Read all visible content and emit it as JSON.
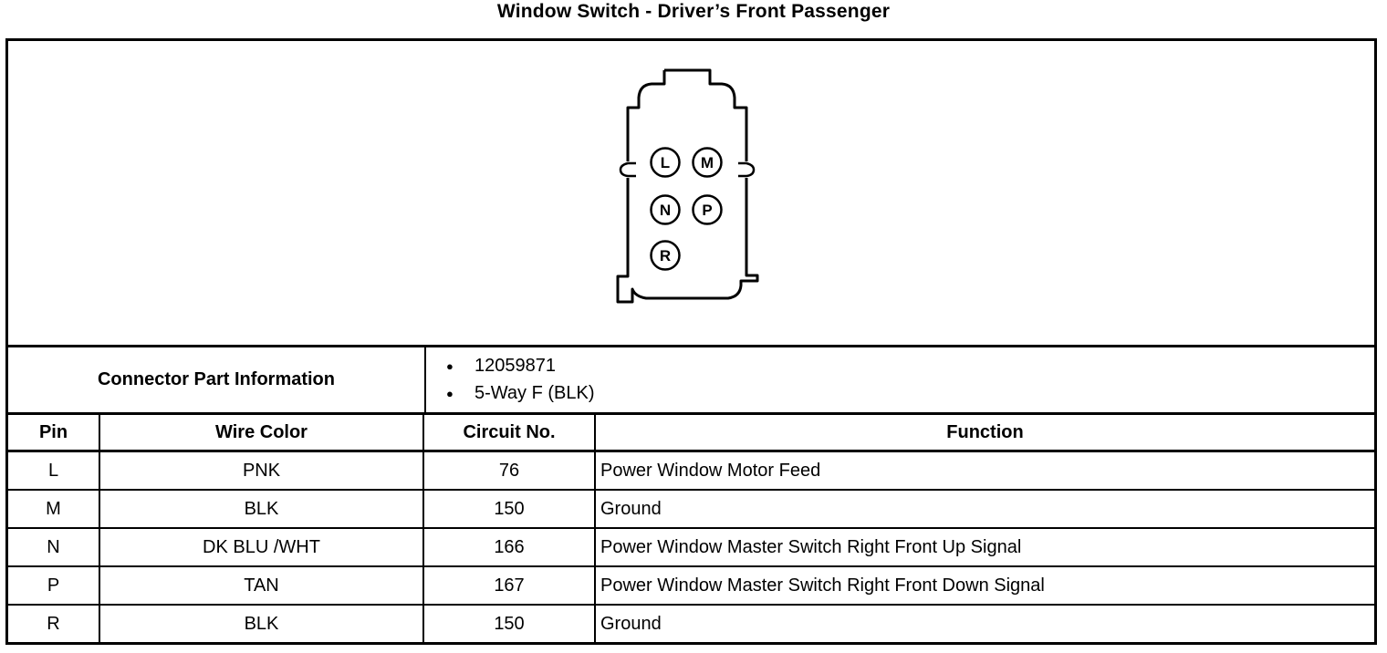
{
  "title": "Window Switch - Driver’s Front Passenger",
  "connector": {
    "part_info_label": "Connector Part Information",
    "part_numbers": [
      "12059871",
      "5-Way F (BLK)"
    ],
    "pins": [
      "L",
      "M",
      "N",
      "P",
      "R"
    ]
  },
  "icons": {
    "bullet": "●"
  },
  "table": {
    "headers": [
      "Pin",
      "Wire Color",
      "Circuit No.",
      "Function"
    ],
    "rows": [
      {
        "pin": "L",
        "wire_color": "PNK",
        "circuit_no": "76",
        "function": "Power Window Motor Feed"
      },
      {
        "pin": "M",
        "wire_color": "BLK",
        "circuit_no": "150",
        "function": "Ground"
      },
      {
        "pin": "N",
        "wire_color": "DK BLU /WHT",
        "circuit_no": "166",
        "function": "Power Window Master Switch Right Front Up Signal"
      },
      {
        "pin": "P",
        "wire_color": "TAN",
        "circuit_no": "167",
        "function": "Power Window Master Switch Right Front Down Signal"
      },
      {
        "pin": "R",
        "wire_color": "BLK",
        "circuit_no": "150",
        "function": "Ground"
      }
    ]
  },
  "colors": {
    "ink": "#000000",
    "background": "#ffffff"
  }
}
